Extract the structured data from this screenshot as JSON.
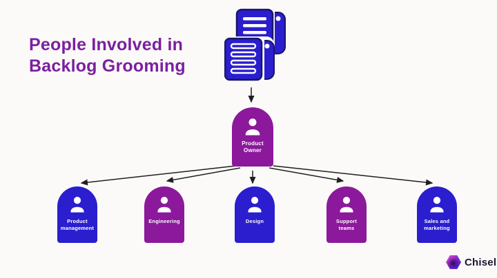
{
  "title": {
    "line1": "People Involved in",
    "line2": "Backlog Grooming",
    "color": "#7b1fa0"
  },
  "colors": {
    "blue": "#2a1ecf",
    "purple": "#8c189c",
    "scroll_outline": "#191566",
    "arrow": "#1f1f1f",
    "background": "#fbfaf8",
    "label_text": "#ffffff"
  },
  "diagram": {
    "root": {
      "label": "Product\nOwner",
      "color": "#8c189c"
    },
    "children": [
      {
        "label": "Product\nmanagement",
        "color": "#2a1ecf"
      },
      {
        "label": "Engineering",
        "color": "#8c189c"
      },
      {
        "label": "Design",
        "color": "#2a1ecf"
      },
      {
        "label": "Support\nteams",
        "color": "#8c189c"
      },
      {
        "label": "Sales and\nmarketing",
        "color": "#2a1ecf"
      }
    ]
  },
  "icons": {
    "documents": "backlog-scrolls-icon",
    "person": "person-icon",
    "logo_mark": "chisel-hexagon-icon"
  },
  "logo": {
    "text": "Chisel"
  }
}
